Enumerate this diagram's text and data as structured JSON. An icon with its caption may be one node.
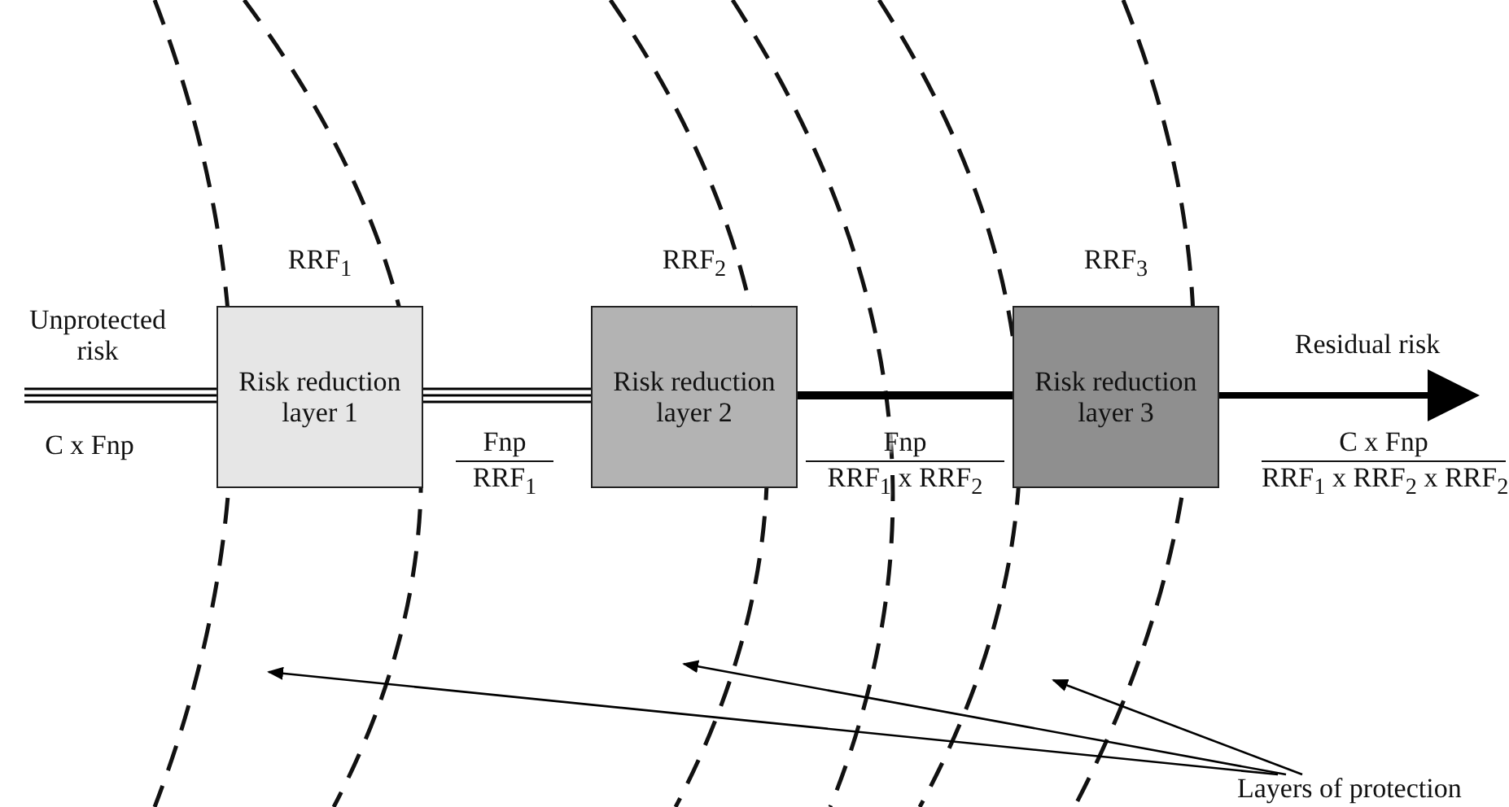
{
  "diagram": {
    "nodes": [
      {
        "text": [
          "RRF$_{1}$",
          "Risk reduction layer 1"
        ]
      },
      {
        "text": [
          "RRF$_{2}$",
          "Risk reduction layer 2"
        ]
      },
      {
        "text": [
          "RRF$_{3}$",
          "Risk reduction layer 3"
        ]
      },
      {
        "text": [
          "Layers of protection"
        ]
      }
    ],
    "edges": [
      {
        "from": null,
        "to": 0,
        "arrow": "none"
      },
      {
        "from": 0,
        "to": 1,
        "arrow": "none"
      },
      {
        "from": 1,
        "to": 2,
        "arrow": "none",
        "style": "thick"
      },
      {
        "from": 2,
        "to": null,
        "arrow": "to",
        "style": "thick"
      },
      {
        "from": 3,
        "to": null,
        "arrow": "to"
      },
      {
        "from": 3,
        "to": null,
        "arrow": "to"
      },
      {
        "from": 3,
        "to": null,
        "arrow": "to"
      }
    ],
    "labels": [
      "Unprotected risk",
      "C x Fnp",
      "Fnp",
      "RRF$_{1}$",
      "Fnp",
      "RRF$_{1}$ x RRF$_{2}$",
      "Residual risk",
      "C x Fnp",
      "RRF$_{1}$ x RRF$_{2}$ x RRF$_{2}$"
    ]
  }
}
